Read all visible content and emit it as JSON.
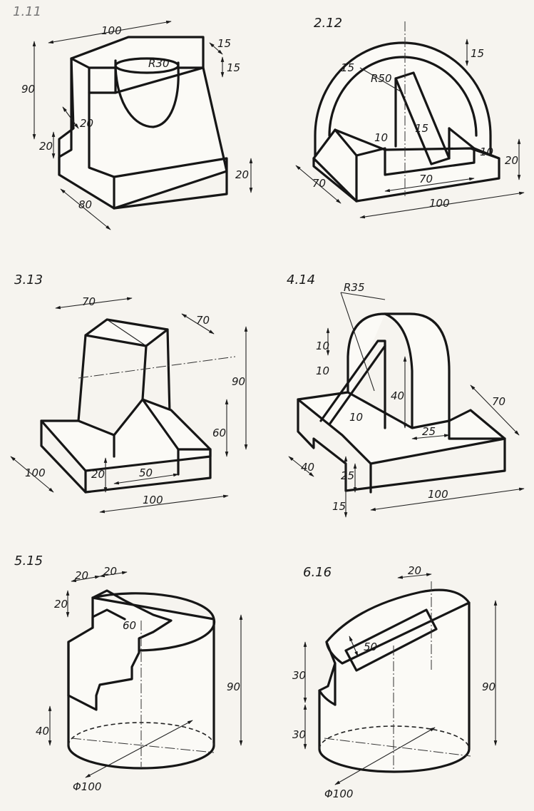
{
  "figures": [
    {
      "title": "1.11",
      "dims": [
        "100",
        "15",
        "15",
        "R30",
        "90",
        "20",
        "20",
        "20",
        "80"
      ]
    },
    {
      "title": "2.12",
      "dims": [
        "15",
        "R50",
        "15",
        "10",
        "15",
        "10",
        "20",
        "70",
        "70",
        "100"
      ]
    },
    {
      "title": "3.13",
      "dims": [
        "70",
        "70",
        "90",
        "60",
        "100",
        "20",
        "50",
        "100"
      ]
    },
    {
      "title": "4.14",
      "dims": [
        "R35",
        "10",
        "10",
        "40",
        "10",
        "70",
        "25",
        "40",
        "25",
        "15",
        "100"
      ]
    },
    {
      "title": "5.15",
      "dims": [
        "20",
        "20",
        "20",
        "60",
        "90",
        "40",
        "Φ100"
      ]
    },
    {
      "title": "6.16",
      "dims": [
        "20",
        "50",
        "30",
        "90",
        "30",
        "Φ100"
      ]
    }
  ]
}
